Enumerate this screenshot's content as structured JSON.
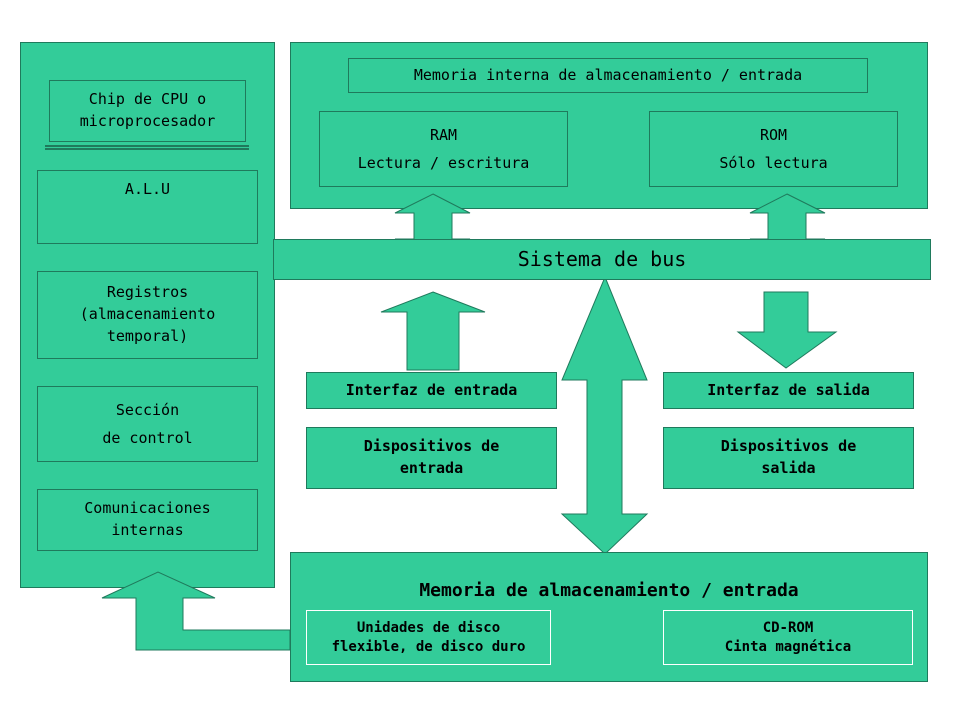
{
  "cpu": {
    "title": "Chip de CPU o\nmicroprocesador",
    "alu": "A.L.U",
    "registros": "Registros\n(almacenamiento\ntemporal)",
    "control": "Sección\nde control",
    "comunicaciones": "Comunicaciones\ninternas"
  },
  "memoria_interna": {
    "title": "Memoria interna de almacenamiento / entrada",
    "ram": "RAM\nLectura / escritura",
    "rom": "ROM\nSólo lectura"
  },
  "bus": {
    "label": "Sistema de bus"
  },
  "entrada": {
    "interfaz": "Interfaz de entrada",
    "dispositivos": "Dispositivos de\nentrada"
  },
  "salida": {
    "interfaz": "Interfaz de salida",
    "dispositivos": "Dispositivos de\nsalida"
  },
  "memoria_almacenamiento": {
    "title": "Memoria de almacenamiento / entrada",
    "discos": "Unidades de disco\nflexible, de disco duro",
    "cdrom": "CD-ROM\nCinta magnética"
  },
  "colors": {
    "fill": "#33cc99",
    "border": "#1f7a5c"
  }
}
